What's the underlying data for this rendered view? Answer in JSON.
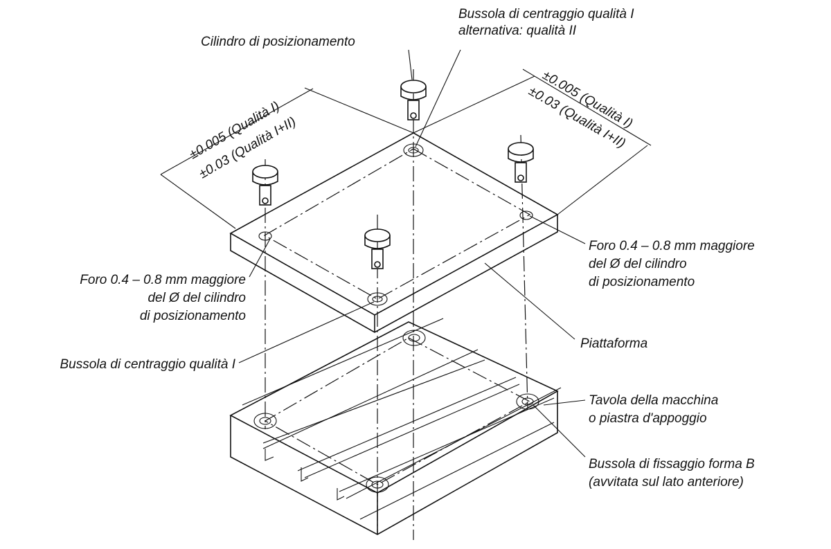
{
  "labels": {
    "cilindro": "Cilindro di posizionamento",
    "bussola_top_1": "Bussola di centraggio qualità I",
    "bussola_top_2": "alternativa: qualità II",
    "tol_left_1": "±0.005 (Qualità I)",
    "tol_left_2": "±0.03 (Qualità I+II)",
    "tol_right_1": "±0.005 (Qualità I)",
    "tol_right_2": "±0.03 (Qualità I+II)",
    "foro_right_1": "Foro 0.4 – 0.8 mm maggiore",
    "foro_right_2": "del Ø del cilindro",
    "foro_right_3": "di posizionamento",
    "foro_left_1": "Foro 0.4 – 0.8 mm maggiore",
    "foro_left_2": "del Ø del cilindro",
    "foro_left_3": "di posizionamento",
    "piattaforma": "Piattaforma",
    "bussola_left": "Bussola di centraggio qualità I",
    "tavola_1": "Tavola della macchina",
    "tavola_2": "o piastra d'appoggio",
    "fissaggio_1": "Bussola di fissaggio forma B",
    "fissaggio_2": "(avvitata sul lato anteriore)"
  }
}
